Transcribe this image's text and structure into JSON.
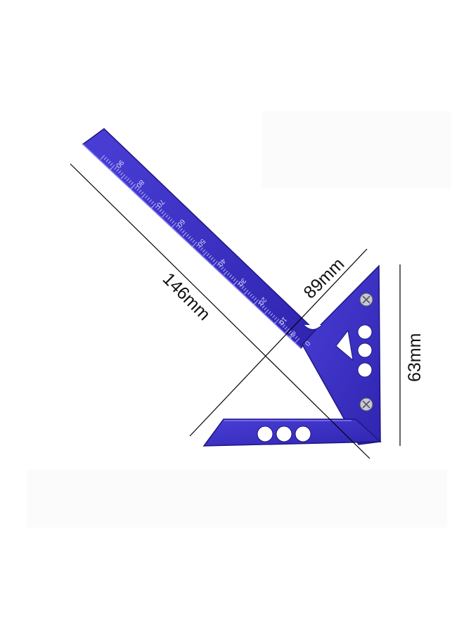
{
  "product": {
    "color_main": "#3b2fc0",
    "color_dark": "#231a8a",
    "color_light": "#5a50e0",
    "scale_numbers": [
      "10",
      "20",
      "30",
      "40",
      "50",
      "60",
      "70",
      "80",
      "90"
    ],
    "scale_unit": "mm",
    "zero_mark": "0"
  },
  "dimensions": {
    "long_edge": "146mm",
    "ruler_length": "89mm",
    "height": "63mm"
  }
}
